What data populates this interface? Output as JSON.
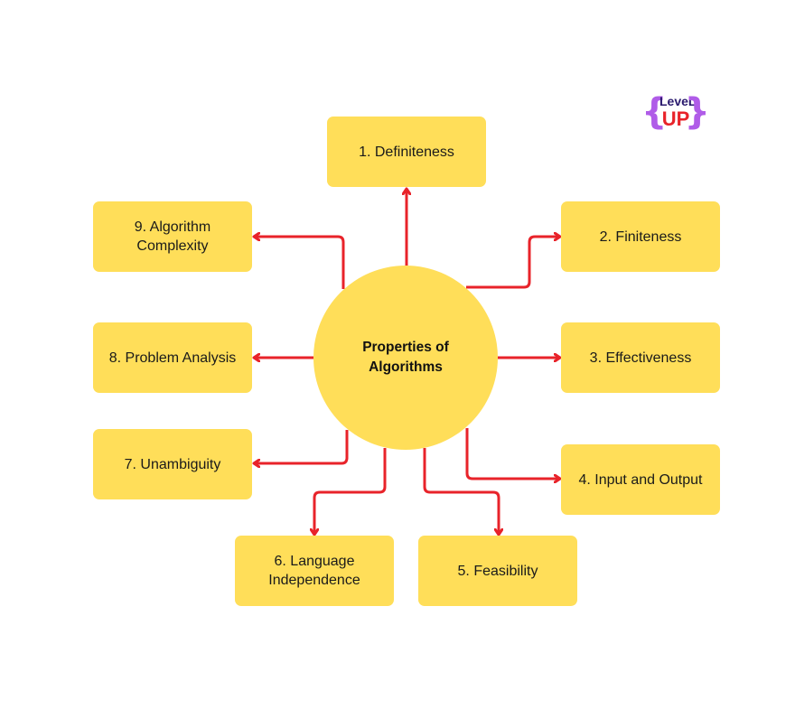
{
  "center": {
    "label": "Properties of\nAlgorithms"
  },
  "properties": [
    {
      "label": "1. Definiteness"
    },
    {
      "label": "2. Finiteness"
    },
    {
      "label": "3. Effectiveness"
    },
    {
      "label": "4. Input and Output"
    },
    {
      "label": "5. Feasibility"
    },
    {
      "label": "6. Language\nIndependence"
    },
    {
      "label": "7. Unambiguity"
    },
    {
      "label": "8. Problem Analysis"
    },
    {
      "label": "9. Algorithm\nComplexity"
    }
  ],
  "logo": {
    "left_brace": "{",
    "top_word": "LeveL",
    "bottom_word": "UP",
    "right_brace": "}"
  },
  "colors": {
    "box_fill": "#FFDE59",
    "arrow": "#E8232A",
    "logo_brace": "#B05CE8",
    "logo_top": "#2a1a6e",
    "logo_bottom": "#E8232A"
  }
}
